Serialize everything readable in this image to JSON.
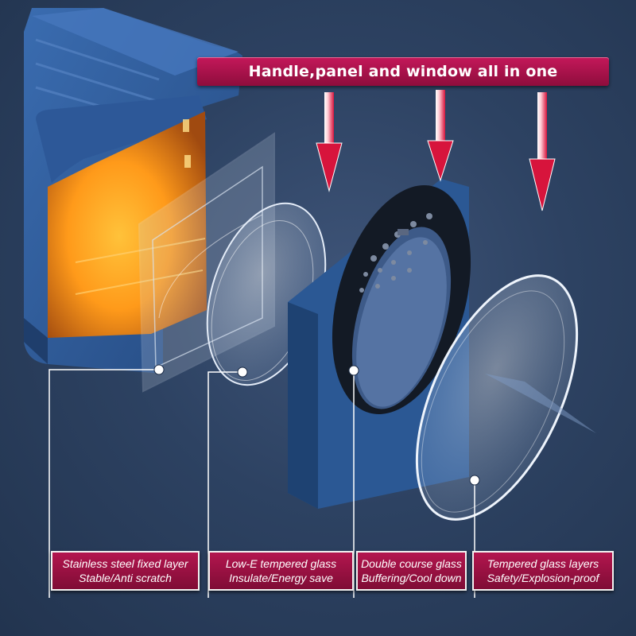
{
  "banner": {
    "text": "Handle,panel and window all in one"
  },
  "labels": [
    {
      "line1": "Stainless steel fixed layer",
      "line2": "Stable/Anti scratch"
    },
    {
      "line1": "Low-E tempered glass",
      "line2": "Insulate/Energy save"
    },
    {
      "line1": "Double course glass",
      "line2": "Buffering/Cool down"
    },
    {
      "line1": "Tempered glass layers",
      "line2": "Safety/Explosion-proof"
    }
  ],
  "colors": {
    "banner": "#b3164f",
    "arrow": "#d7143c",
    "oven_body": "#2f5f9e",
    "oven_glow": "#ffa020",
    "background": "#2c3f5c"
  }
}
